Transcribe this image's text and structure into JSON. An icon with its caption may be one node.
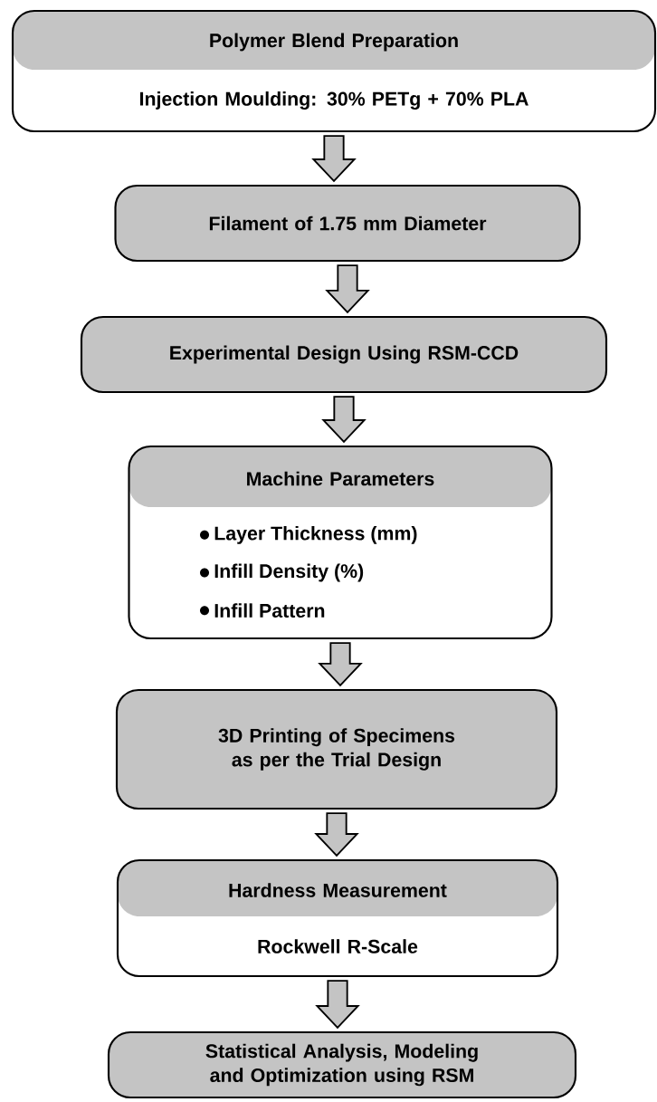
{
  "diagram": {
    "nodes": [
      {
        "text": [
          "Polymer Blend Preparation",
          "Injection Moulding: 30% PETg + 70% PLA"
        ]
      },
      {
        "text": [
          "Filament of 1.75 mm Diameter"
        ]
      },
      {
        "text": [
          "Experimental Design Using RSM-CCD"
        ]
      },
      {
        "text": [
          "Machine Parameters",
          "Layer Thickness (mm)",
          "Infill Density (%)",
          "Infill Pattern"
        ]
      },
      {
        "text": [
          "3D Printing of Specimens as per the Trial Design"
        ]
      },
      {
        "text": [
          "Hardness Measurement",
          "Rockwell R-Scale"
        ]
      },
      {
        "text": [
          "Statistical Analysis, Modeling and Optimization using RSM"
        ]
      }
    ],
    "edges": [
      {
        "from": 0,
        "to": 1,
        "arrow": "to"
      },
      {
        "from": 1,
        "to": 2,
        "arrow": "to"
      },
      {
        "from": 2,
        "to": 3,
        "arrow": "to"
      },
      {
        "from": 3,
        "to": 4,
        "arrow": "to"
      },
      {
        "from": 4,
        "to": 5,
        "arrow": "to"
      },
      {
        "from": 5,
        "to": 6,
        "arrow": "to"
      }
    ]
  }
}
